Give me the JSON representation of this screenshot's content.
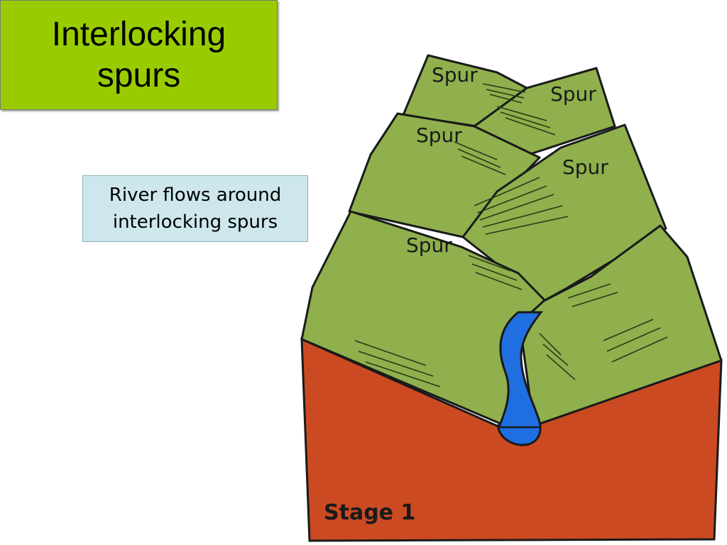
{
  "slide": {
    "title": "Interlocking spurs",
    "caption": "River flows around interlocking spurs"
  },
  "diagram": {
    "labels": {
      "spur_1": "Spur",
      "spur_2": "Spur",
      "spur_3": "Spur",
      "spur_4": "Spur",
      "spur_5": "Spur"
    },
    "stage": "Stage 1"
  },
  "colors": {
    "title_bg": "#99cc00",
    "caption_bg": "#cde7ec",
    "spur_green": "#8fb04c",
    "rock_red": "#cc4a22",
    "river_blue": "#1f6fe0"
  }
}
